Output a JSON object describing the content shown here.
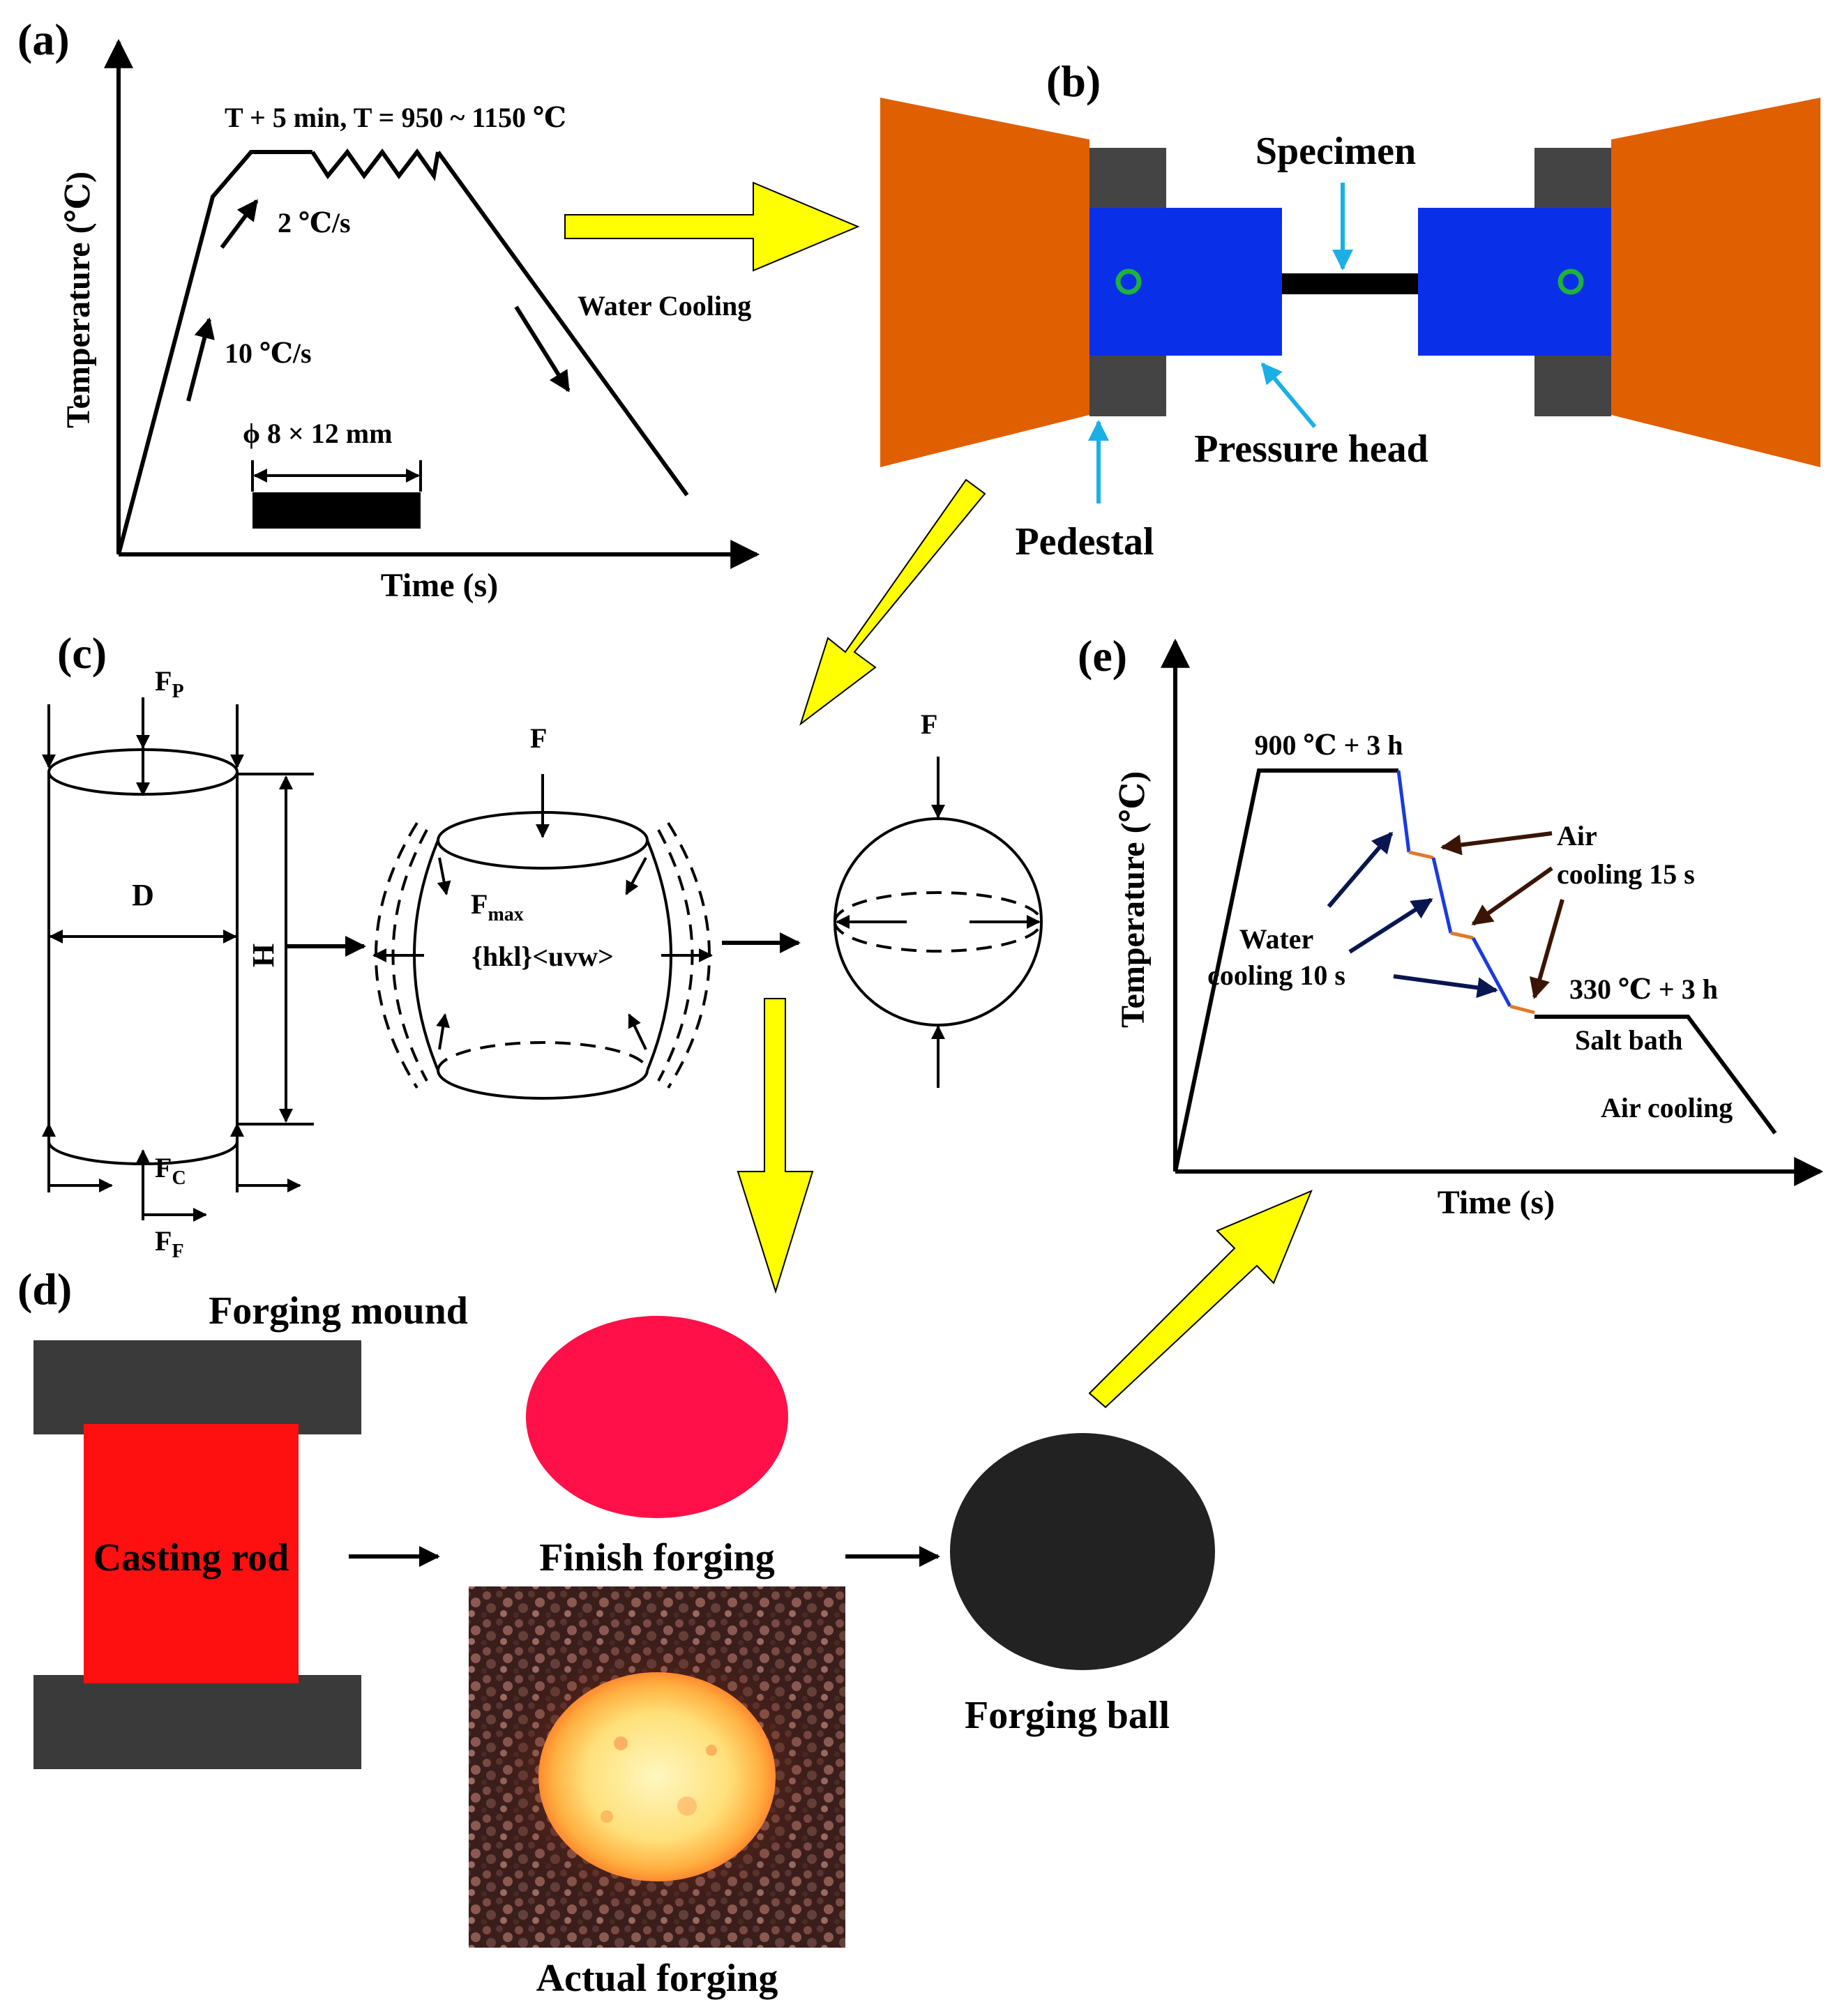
{
  "panels": {
    "a": "(a)",
    "b": "(b)",
    "c": "(c)",
    "d": "(d)",
    "e": "(e)"
  },
  "panel_a": {
    "ylabel": "Temperature (℃)",
    "xlabel": "Time (s)",
    "hold_label": "T + 5 min,  T = 950 ~ 1150 ℃",
    "rate1": "10 ℃/s",
    "rate2": "2 ℃/s",
    "cooling": "Water Cooling",
    "specimen_size": "ϕ 8 × 12 mm"
  },
  "panel_b": {
    "specimen": "Specimen",
    "pressure_head": "Pressure head",
    "pedestal": "Pedestal",
    "colors": {
      "anvil": "#e05f00",
      "head": "#0a2fe8",
      "pedestal": "#444444",
      "pointer": "#1ab0e6",
      "ring": "#1db33a"
    }
  },
  "panel_c": {
    "fp": "F",
    "fp_sub": "P",
    "fc": "F",
    "fc_sub": "C",
    "ff": "F",
    "ff_sub": "F",
    "d": "D",
    "h": "H",
    "f1": "F",
    "fmax": "F",
    "fmax_sub": "max",
    "texture": "{hkl}<uvw>",
    "f2": "F"
  },
  "panel_d": {
    "forging_mound": "Forging mound",
    "casting_rod": "Casting rod",
    "finish_forging": "Finish forging",
    "actual_forging": "Actual forging",
    "forging_ball": "Forging ball",
    "colors": {
      "rod": "#ff1010",
      "finish": "#ff1048",
      "ball": "#222222",
      "mound": "#3a3a3a"
    }
  },
  "panel_e": {
    "ylabel": "Temperature (℃)",
    "xlabel": "Time (s)",
    "austenitize": "900 ℃ + 3 h",
    "air_cooling_1": "Air",
    "air_cooling_2": "cooling 15 s",
    "water_cooling_1": "Water",
    "water_cooling_2": "cooling 10 s",
    "salt_temp": "330 ℃ + 3 h",
    "salt_bath": "Salt bath",
    "air_cooling_end": "Air cooling",
    "colors": {
      "water_step": "#1a3ae0",
      "air_step": "#e07a2a",
      "water_arrow": "#0a1650",
      "air_arrow": "#3a1505"
    }
  },
  "flow_arrow_color": "#ffff00"
}
